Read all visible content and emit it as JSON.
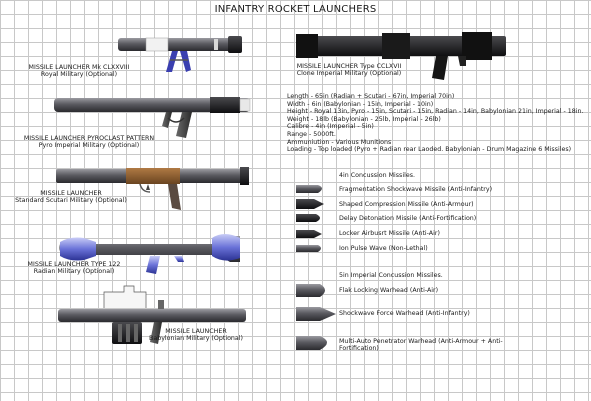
{
  "title": "INFANTRY ROCKET LAUNCHERS",
  "launchers": [
    {
      "name": "MISSILE LAUNCHER Mk CLXXVIII",
      "faction": "Royal Military (Optional)"
    },
    {
      "name": "MISSILE LAUNCHER PYROCLAST PATTERN",
      "faction": "Pyro Imperial Military (Optional)"
    },
    {
      "name": "MISSILE LAUNCHER",
      "faction": "Standard Scutari Military (Optional)"
    },
    {
      "name": "MISSILE LAUNCHER TYPE 122",
      "faction": "Radian Military (Optional)"
    },
    {
      "name": "MISSILE LAUNCHER",
      "faction": "Babylonian Military (Optional)"
    },
    {
      "name": "MISSILE LAUNCHER Type CCLXVII",
      "faction": "Clone Imperial Military (Optional)"
    }
  ],
  "specs": [
    "Length - 65in (Radian + Scutari - 67in, Imperial 70in)",
    "Width - 6in (Babylonian - 15in, Imperial - 10in)",
    "Height - Royal 13in, Pyro - 15in, Scutari - 15in, Radian - 14in, Babylonian 21in, Imperial - 18in.",
    "Weight - 18lb (Babylonian - 25lb, Imperial - 26lb)",
    "Calibre - 4in (Imperial - 5in)",
    "Range - 5000ft.",
    "Ammuniution - Various Munitions",
    "Loading - Top loaded (Pyro + Radian rear Laoded. Babylonian - Drum Magazine 6 Missiles)"
  ],
  "munitions_4in_heading": "4in Concussion Missiles.",
  "munitions_4in": [
    "Fragmentation Shockwave Missile (Anti-Infantry)",
    "Shaped Compression Missile (Anti-Armour)",
    "Delay Detonation Missile (Anti-Fortification)",
    "Locker Airbusrt Missile (Anti-Air)",
    "Ion Pulse Wave (Non-Lethal)"
  ],
  "munitions_5in_heading": "5in Imperial Concussion Missiles.",
  "munitions_5in": [
    "Flak Locking Warhead (Anti-Air)",
    "Shockwave Force Warhead (Anti-Infantry)",
    "Multi-Auto Penetrator Warhead (Anti-Armour + Anti-Fortification)"
  ]
}
